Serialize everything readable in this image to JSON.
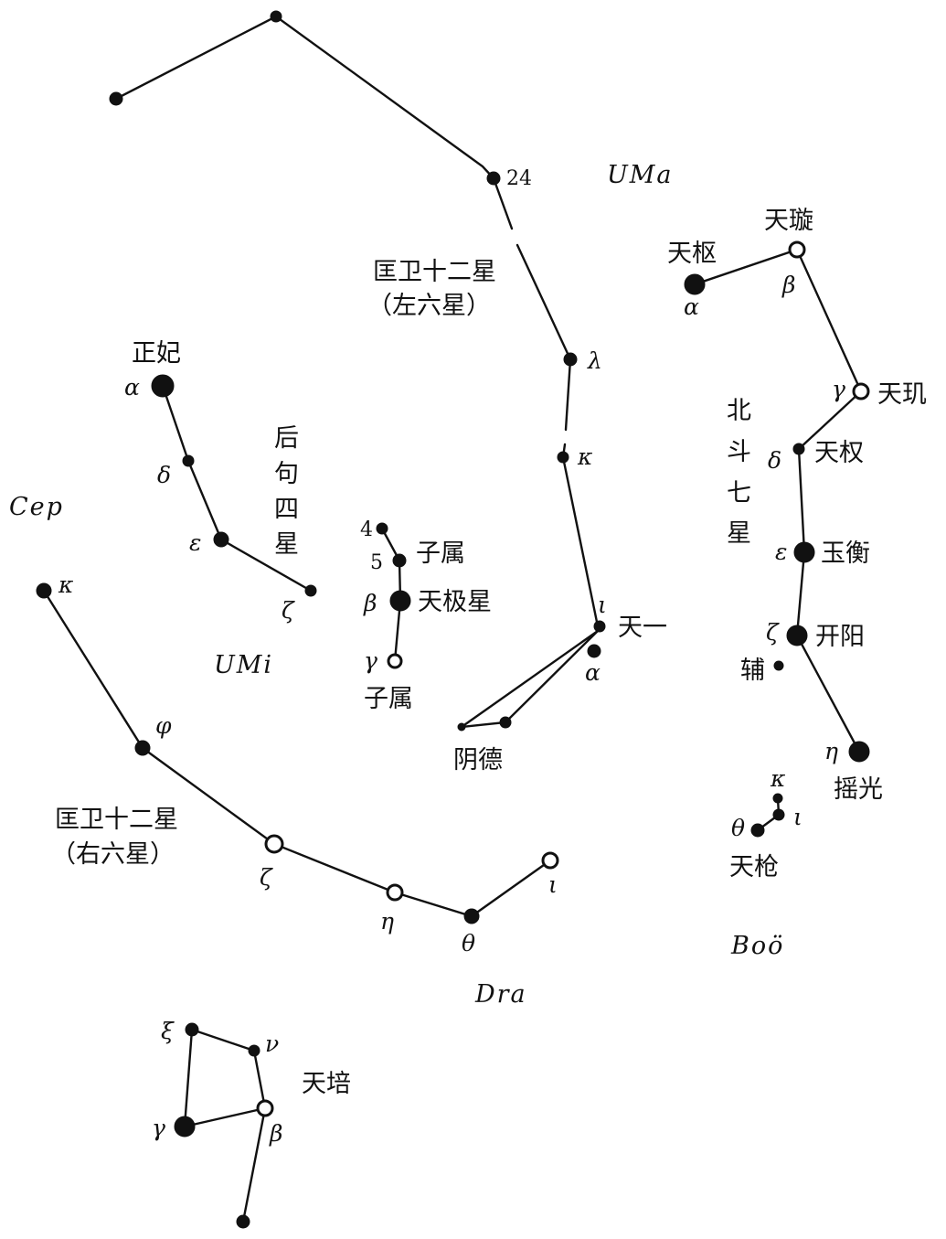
{
  "constellations": {
    "uma": "UMa",
    "umi": "UMi",
    "cep": "Cep",
    "dra": "Dra",
    "boo": "Boö"
  },
  "asterisms": {
    "kuangwei_left_line1": "匡卫十二星",
    "kuangwei_left_line2": "（左六星）",
    "kuangwei_right_line1": "匡卫十二星",
    "kuangwei_right_line2": "（右六星）",
    "hougou_sixing": [
      "后",
      "句",
      "四",
      "星"
    ],
    "beidou_qixing": [
      "北",
      "斗",
      "七",
      "星"
    ]
  },
  "star_names": {
    "zhengfei": "正妃",
    "zishu_upper": "子属",
    "zishu_lower": "子属",
    "tianjixing": "天极星",
    "tianyi": "天一",
    "yinde": "阴德",
    "tianshu": "天枢",
    "tianxuan": "天璇",
    "tianji": "天玑",
    "tianquan": "天权",
    "yuheng": "玉衡",
    "kaiyang": "开阳",
    "fu": "辅",
    "yaoguang": "摇光",
    "tianqiang": "天枪",
    "tianpei": "天培"
  },
  "greek_labels": {
    "uma_24": "24",
    "uma_lambda": "λ",
    "uma_kappa": "κ",
    "dra_iota_upper": "ι",
    "dra_alpha": "α",
    "umi_alpha": "α",
    "umi_delta": "δ",
    "umi_epsilon": "ε",
    "umi_zeta": "ζ",
    "umi_4": "4",
    "umi_5": "5",
    "umi_beta": "β",
    "umi_gamma": "γ",
    "uma_alpha": "α",
    "uma_beta": "β",
    "uma_gamma": "γ",
    "uma_delta": "δ",
    "uma_epsilon": "ε",
    "uma_zeta": "ζ",
    "uma_eta": "η",
    "dra_kappa": "κ",
    "dra_phi": "φ",
    "dra_zeta": "ζ",
    "dra_eta": "η",
    "dra_theta": "θ",
    "dra_iota": "ι",
    "boo_kappa": "κ",
    "boo_theta": "θ",
    "boo_iota": "ι",
    "dra_xi": "ξ",
    "dra_nu": "ν",
    "dra_gamma": "γ",
    "dra_beta": "β"
  }
}
